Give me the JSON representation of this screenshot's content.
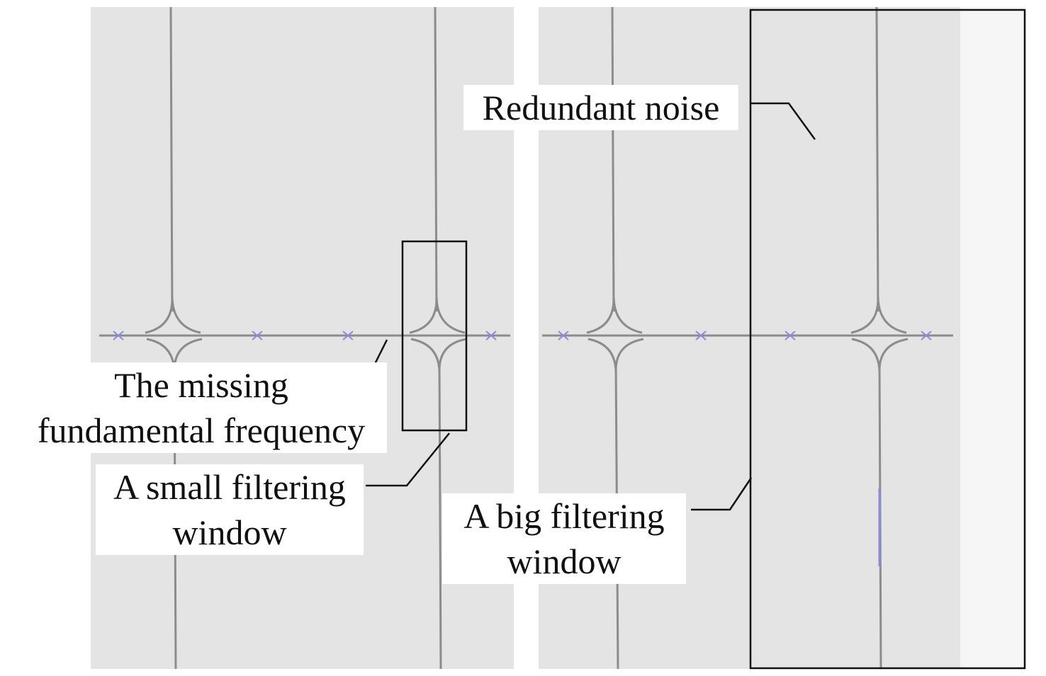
{
  "labels": {
    "redundant_noise": "Redundant noise",
    "missing_fundamental": [
      "The missing",
      "fundamental frequency"
    ],
    "small_window": [
      "A small filtering",
      "window"
    ],
    "big_window": [
      "A big filtering",
      "window"
    ]
  },
  "colors": {
    "panel_background": "#e4e4e4",
    "spectrum_line": "#8c8c8c",
    "spectrum_highlight": "#8a8ae0",
    "annotation": "#111111"
  }
}
